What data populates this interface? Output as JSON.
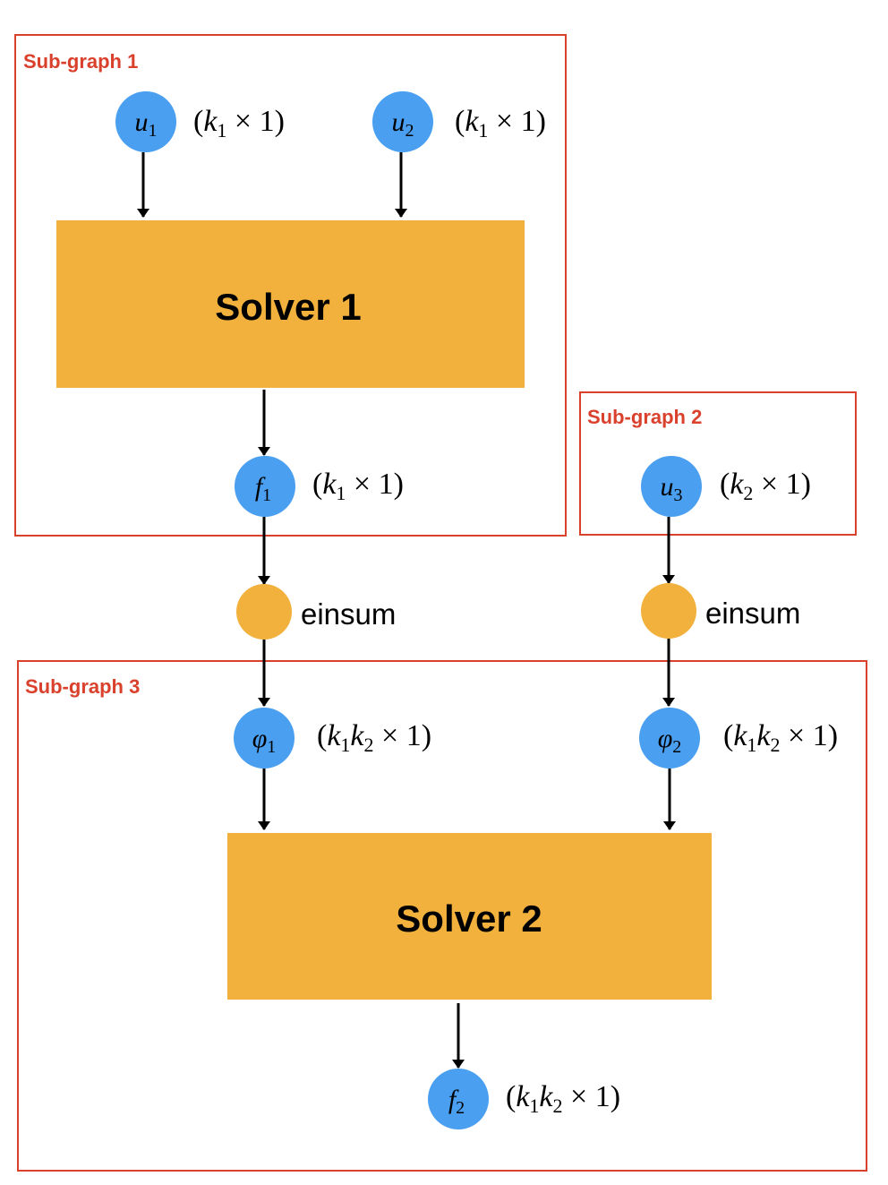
{
  "colors": {
    "subgraph_border": "#d9412c",
    "variable_node": "#4a9ff0",
    "operation_node": "#f1b13c",
    "solver_box": "#f1b13c",
    "edge": "#000000"
  },
  "subgraphs": {
    "sg1": {
      "label": "Sub-graph 1"
    },
    "sg2": {
      "label": "Sub-graph 2"
    },
    "sg3": {
      "label": "Sub-graph 3"
    }
  },
  "solvers": {
    "solver1": {
      "label": "Solver 1"
    },
    "solver2": {
      "label": "Solver 2"
    }
  },
  "operations": {
    "einsum1": {
      "label": "einsum"
    },
    "einsum2": {
      "label": "einsum"
    }
  },
  "variables": {
    "u1": {
      "symbol": "u",
      "subscript": "1",
      "dim": {
        "a": "k",
        "a_sub": "1",
        "b": "",
        "b_sub": "",
        "rest": " × 1)"
      }
    },
    "u2": {
      "symbol": "u",
      "subscript": "2",
      "dim": {
        "a": "k",
        "a_sub": "1",
        "b": "",
        "b_sub": "",
        "rest": " × 1)"
      }
    },
    "f1": {
      "symbol": "f",
      "subscript": "1",
      "dim": {
        "a": "k",
        "a_sub": "1",
        "b": "",
        "b_sub": "",
        "rest": " × 1)"
      }
    },
    "u3": {
      "symbol": "u",
      "subscript": "3",
      "dim": {
        "a": "k",
        "a_sub": "2",
        "b": "",
        "b_sub": "",
        "rest": " × 1)"
      }
    },
    "phi1": {
      "symbol": "φ",
      "subscript": "1",
      "dim": {
        "a": "k",
        "a_sub": "1",
        "b": "k",
        "b_sub": "2",
        "rest": " × 1)"
      }
    },
    "phi2": {
      "symbol": "φ",
      "subscript": "2",
      "dim": {
        "a": "k",
        "a_sub": "1",
        "b": "k",
        "b_sub": "2",
        "rest": " × 1)"
      }
    },
    "f2": {
      "symbol": "f",
      "subscript": "2",
      "dim": {
        "a": "k",
        "a_sub": "1",
        "b": "k",
        "b_sub": "2",
        "rest": " × 1)"
      }
    }
  },
  "edges": [
    {
      "from": "u1",
      "to": "solver1"
    },
    {
      "from": "u2",
      "to": "solver1"
    },
    {
      "from": "solver1",
      "to": "f1"
    },
    {
      "from": "f1",
      "to": "einsum1"
    },
    {
      "from": "u3",
      "to": "einsum2"
    },
    {
      "from": "einsum1",
      "to": "phi1"
    },
    {
      "from": "einsum2",
      "to": "phi2"
    },
    {
      "from": "phi1",
      "to": "solver2"
    },
    {
      "from": "phi2",
      "to": "solver2"
    },
    {
      "from": "solver2",
      "to": "f2"
    }
  ]
}
